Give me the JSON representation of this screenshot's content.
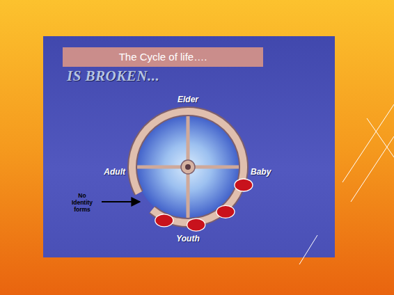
{
  "diagram": {
    "title": "The Cycle of life….",
    "labels": [
      "IS BROKEN...",
      "Elder",
      "Adult",
      "Baby",
      "Youth",
      "No Identity forms"
    ]
  }
}
